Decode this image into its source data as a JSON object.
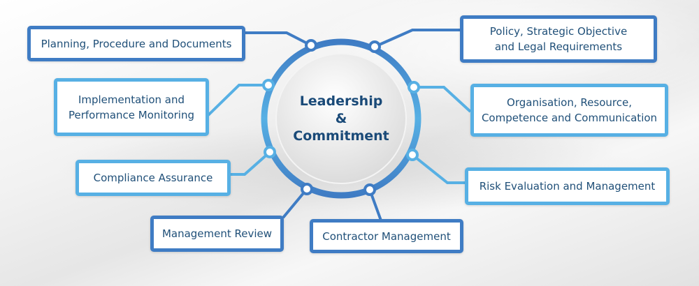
{
  "center": {
    "line1": "Leadership",
    "line2": "&",
    "line3": "Commitment"
  },
  "boxes": {
    "planning": "Planning, Procedure and Documents",
    "policy_1": "Policy, Strategic Objective",
    "policy_2": "and Legal Requirements",
    "implementation_1": "Implementation and",
    "implementation_2": "Performance Monitoring",
    "organisation_1": "Organisation, Resource,",
    "organisation_2": "Competence and Communication",
    "compliance": "Compliance Assurance",
    "risk": "Risk Evaluation and Management",
    "review": "Management Review",
    "contractor": "Contractor Management"
  },
  "colors": {
    "dark_blue": "#3f7cc4",
    "light_blue": "#57b0e4",
    "text": "#1f4f78"
  }
}
